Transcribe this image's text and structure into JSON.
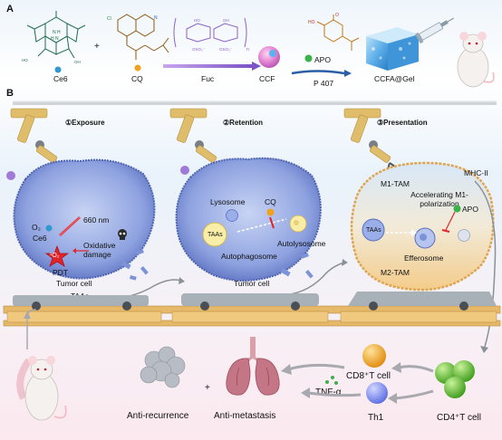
{
  "panel_a": {
    "letter": "A",
    "plus": "+",
    "ce6_label": "Ce6",
    "cq_label": "CQ",
    "fuc_label": "Fuc",
    "ccf_label": "CCF",
    "apo_label": "APO",
    "p407_label": "P 407",
    "gel_label": "CCFA@Gel"
  },
  "panel_b": {
    "letter": "B",
    "steps": [
      {
        "title": "①Exposure",
        "o2_label": "O₂",
        "ce6_label": "Ce6",
        "laser_label": "660 nm",
        "singlet_label": "¹O₂",
        "pdt_label": "PDT",
        "damage_label": "Oxidative damage",
        "tumor_label": "Tumor cell",
        "taas_label": "TAAs"
      },
      {
        "title": "②Retention",
        "lysosome_label": "Lysosome",
        "cq_label": "CQ",
        "autolysosome_label": "Autolysosome",
        "taas_inner_label": "TAAs",
        "autophagosome_label": "Autophagosome",
        "tumor_label": "Tumor cell",
        "taas_label": "TAAs"
      },
      {
        "title": "③Presentation",
        "mhc_label": "MHC-II",
        "m1_label": "M1-TAM",
        "accel_label": "Accelerating M1-polarization",
        "apo_label": "APO",
        "taas_inner_label": "TAAs",
        "efferosome_label": "Efferosome",
        "m2_label": "M2-TAM"
      }
    ]
  },
  "outcome": {
    "cd8_label": "CD8⁺T cell",
    "cd4_label": "CD4⁺T cell",
    "tnf_label": "TNF-α",
    "th1_label": "Th1",
    "recurrence_label": "Anti-recurrence",
    "metastasis_label": "Anti-metastasis",
    "plus": "+"
  },
  "colors": {
    "tumor": "#7d93d8",
    "tumor_dark": "#5a6fbf",
    "conveyor": "#e6b86a",
    "robot": "#e0bd6b",
    "cd8": "#f0a21b",
    "cd4": "#58b82b",
    "th1": "#6f7fe8",
    "gel": "#4aa0e0",
    "lung": "#c57686"
  }
}
